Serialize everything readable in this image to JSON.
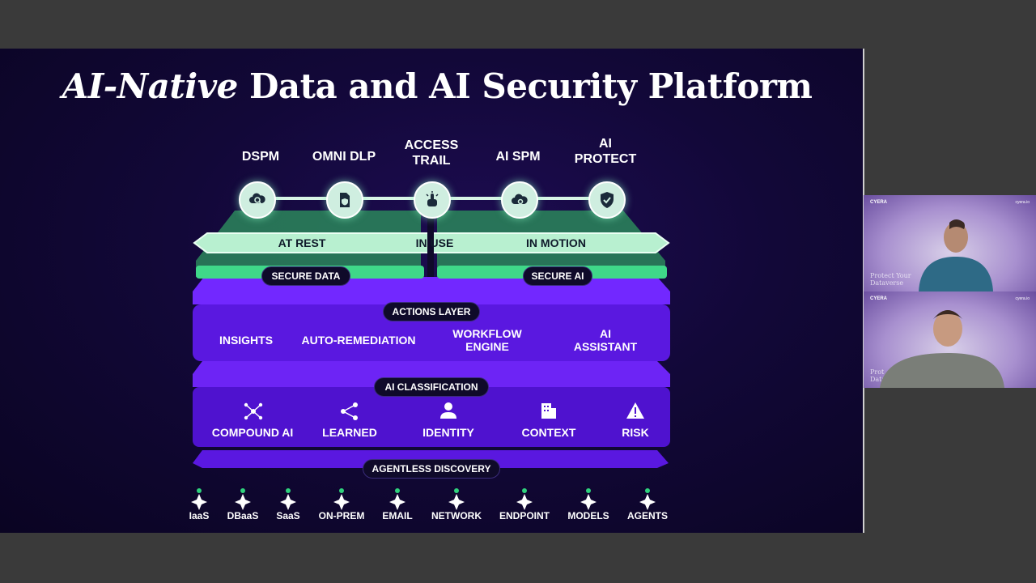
{
  "slide": {
    "title_italic": "AI-Native",
    "title_rest": " Data and AI Security Platform",
    "products": [
      {
        "label": "DSPM",
        "icon": "cloud-search-icon"
      },
      {
        "label": "OMNI DLP",
        "icon": "document-shield-icon"
      },
      {
        "label": "ACCESS\nTRAIL",
        "icon": "hand-pointer-icon"
      },
      {
        "label": "AI SPM",
        "icon": "cloud-gear-icon"
      },
      {
        "label": "AI\nPROTECT",
        "icon": "shield-check-icon"
      }
    ],
    "states": {
      "rest": "AT REST",
      "use": "IN USE",
      "motion": "IN MOTION"
    },
    "secure_data": "SECURE DATA",
    "secure_ai": "SECURE AI",
    "actions_layer": {
      "title": "ACTIONS LAYER",
      "items": [
        "INSIGHTS",
        "AUTO-REMEDIATION",
        "WORKFLOW\nENGINE",
        "AI\nASSISTANT"
      ]
    },
    "classification": {
      "title": "AI CLASSIFICATION",
      "items": [
        {
          "label": "COMPOUND AI",
          "icon": "network-nodes-icon"
        },
        {
          "label": "LEARNED",
          "icon": "share-nodes-icon"
        },
        {
          "label": "IDENTITY",
          "icon": "person-icon"
        },
        {
          "label": "CONTEXT",
          "icon": "building-icon"
        },
        {
          "label": "RISK",
          "icon": "warning-icon"
        }
      ]
    },
    "discovery": {
      "title": "AGENTLESS DISCOVERY",
      "sources": [
        "IaaS",
        "DBaaS",
        "SaaS",
        "ON-PREM",
        "EMAIL",
        "NETWORK",
        "ENDPOINT",
        "MODELS",
        "AGENTS"
      ]
    }
  },
  "participants": [
    {
      "brand": "CYERA",
      "corner": "cyera.io",
      "watermark": "Protect Your\nDataverse"
    },
    {
      "brand": "CYERA",
      "corner": "cyera.io",
      "watermark": "Prot\nData"
    }
  ],
  "colors": {
    "accent_green": "#2fd17c",
    "purple": "#6a1fff",
    "bg": "#120838"
  }
}
